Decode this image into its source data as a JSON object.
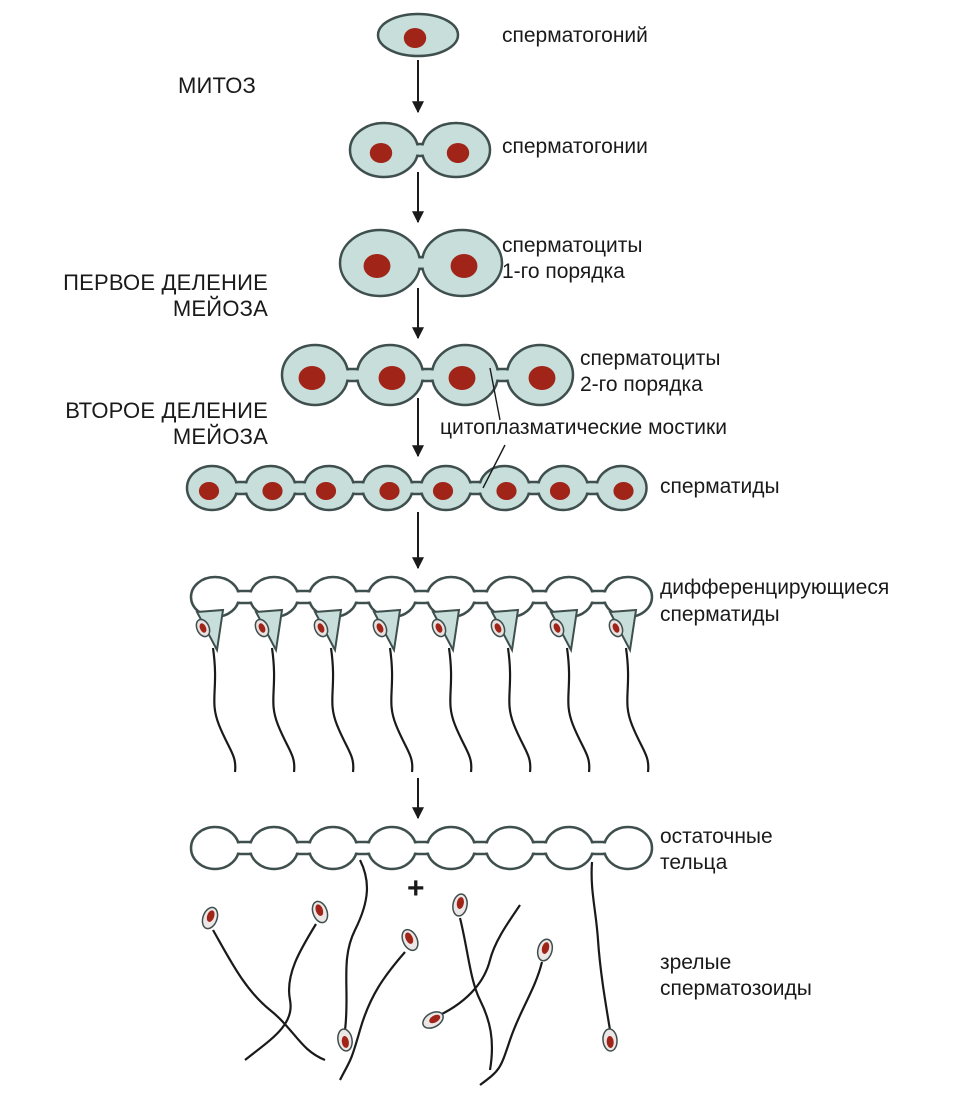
{
  "colors": {
    "cytoplasm": "#c7dedb",
    "membrane": "#3e4f4d",
    "nucleus": "#a02418",
    "line": "#1a1a1a",
    "empty_cell": "#ffffff"
  },
  "stage_labels": {
    "mitosis": "МИТОЗ",
    "meiosis1_line1": "ПЕРВОЕ ДЕЛЕНИЕ",
    "meiosis1_line2": "МЕЙОЗА",
    "meiosis2_line1": "ВТОРОЕ ДЕЛЕНИЕ",
    "meiosis2_line2": "МЕЙОЗА"
  },
  "cell_labels": {
    "spermatogonium": "сперматогоний",
    "spermatogonia": "сперматогонии",
    "spermatocytes1_line1": "сперматоциты",
    "spermatocytes1_line2": "1-го порядка",
    "spermatocytes2_line1": "сперматоциты",
    "spermatocytes2_line2": "2-го порядка",
    "bridges": "цитоплазматические мостики",
    "spermatids": "сперматиды",
    "differentiating_line1": "дифференцирующиеся",
    "differentiating_line2": "сперматиды",
    "residual_line1": "остаточные",
    "residual_line2": "тельца",
    "mature_line1": "зрелые",
    "mature_line2": "сперматозоиды"
  },
  "plus_sign": "+",
  "icons": {
    "stage_arrow": "arrow-down-icon",
    "cell": "cell-icon",
    "sperm": "sperm-icon"
  }
}
